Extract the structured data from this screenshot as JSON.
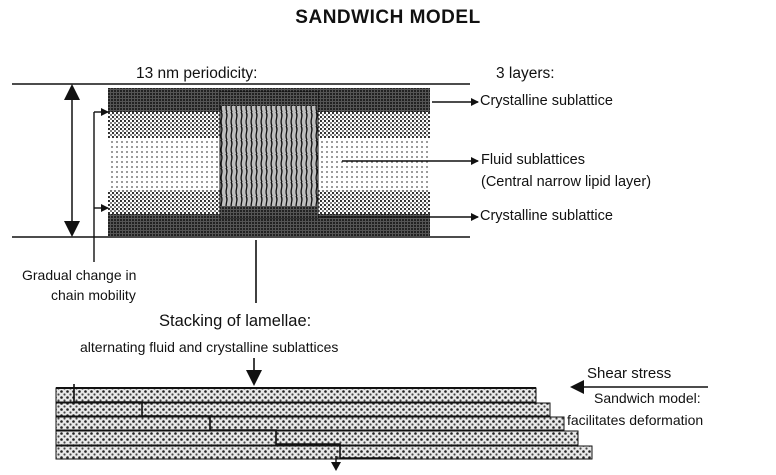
{
  "title": "SANDWICH MODEL",
  "labels": {
    "periodicity": "13 nm periodicity:",
    "layers": "3 layers:",
    "crystalline_top": "Crystalline sublattice",
    "fluid_line1": "Fluid sublattices",
    "fluid_line2": "(Central narrow lipid layer)",
    "crystalline_bottom": "Crystalline sublattice",
    "gradual_line1": "Gradual change in",
    "gradual_line2": "chain mobility",
    "stacking": "Stacking of lamellae:",
    "alternating": "alternating fluid and crystalline sublattices",
    "shear": "Shear stress",
    "sandwich_line1": "Sandwich model:",
    "sandwich_line2": "facilitates deformation"
  },
  "colors": {
    "ink": "#111111",
    "dark_band": "#444444",
    "mid_band": "#8a8a8a",
    "light_band": "#cfcfcf"
  },
  "icons": [
    "arrow-right-icon",
    "arrow-left-icon",
    "arrow-down-icon",
    "double-headed-arrow-icon"
  ]
}
